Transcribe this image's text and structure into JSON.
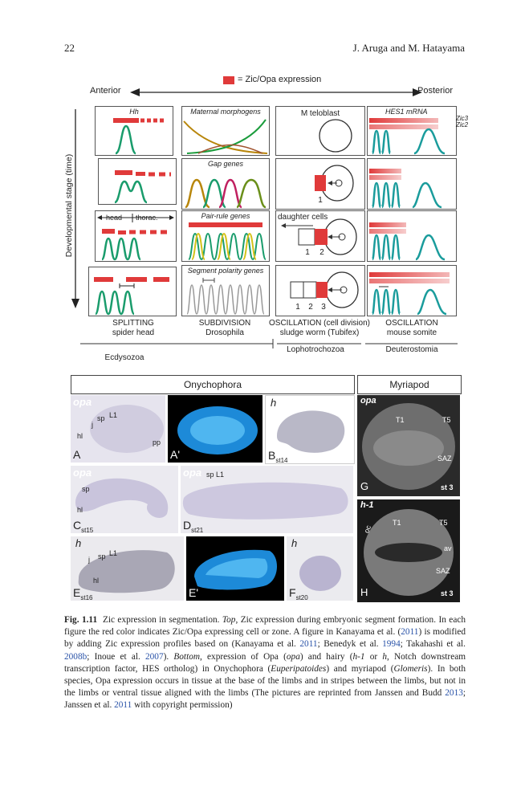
{
  "header": {
    "page_number": "22",
    "authors": "J. Aruga and M. Hatayama"
  },
  "figure": {
    "legend_text": "= Zic/Opa expression",
    "anterior": "Anterior",
    "posterior": "Posterior",
    "y_axis": "Developmental stage (time)",
    "box_titles": {
      "hh": "Hh",
      "maternal": "Maternal morphogens",
      "gap": "Gap genes",
      "pair_rule": "Pair-rule genes",
      "seg_polarity": "Segment polarity genes",
      "m_teloblast": "M teloblast",
      "hes1": "HES1 mRNA",
      "daughter": "daughter cells"
    },
    "zic3": "Zic3",
    "zic2": "Zic2",
    "head": "head",
    "thorac": "thorac.",
    "cell_numbers": {
      "c1": "1",
      "c2a": "1",
      "c2b": "2",
      "c3a": "1",
      "c3b": "2",
      "c3c": "3"
    },
    "columns": [
      {
        "mode": "SPLITTING",
        "organism": "spider head"
      },
      {
        "mode": "SUBDIVISION",
        "organism": "Drosophila"
      },
      {
        "mode": "OSCILLATION (cell division)",
        "organism": "sludge worm (Tubifex)"
      },
      {
        "mode": "OSCILLATION",
        "organism": "mouse somite"
      }
    ],
    "groups": {
      "ecdysozoa": "Ecdysozoa",
      "lophotrochozoa": "Lophotrochozoa",
      "deuterostomia": "Deuterostomia"
    },
    "bottom": {
      "onychophora": "Onychophora",
      "myriapod": "Myriapod",
      "panels": {
        "A_gene": "opa",
        "A_sp": "sp",
        "A_L1": "L1",
        "A_j": "j",
        "A_hl": "hl",
        "A_pp": "pp",
        "A_letter": "A",
        "A2_letter": "A'",
        "B_gene": "h",
        "B_letter": "B",
        "B_stage": "st14",
        "C_gene": "opa",
        "C_sp": "sp",
        "C_hl": "hl",
        "C_letter": "C",
        "C_stage": "st15",
        "D_gene": "opa",
        "D_sp": "sp L1",
        "D_letter": "D",
        "D_stage": "st21",
        "E_gene": "h",
        "E_j": "j",
        "E_sp": "sp",
        "E_L1": "L1",
        "E_hl": "hl",
        "E_letter": "E",
        "E_stage": "st16",
        "E2_letter": "E'",
        "F_gene": "h",
        "F_letter": "F",
        "F_stage": "st20",
        "G_gene": "opa",
        "G_T1": "T1",
        "G_T5": "T5",
        "G_SAZ": "SAZ",
        "G_letter": "G",
        "G_stage": "st 3",
        "H_gene": "h-1",
        "H_oc": "oc",
        "H_T1": "T1",
        "H_T5": "T5",
        "H_av": "av",
        "H_SAZ": "SAZ",
        "H_letter": "H",
        "H_stage": "st 3"
      }
    }
  },
  "caption": {
    "label": "Fig. 1.11",
    "s1": "Zic expression in segmentation. ",
    "s1i": "Top",
    "s2": ", Zic expression during embryonic segment formation. In each figure the red color indicates Zic/Opa expressing cell or zone. A figure in Kanayama et al. (",
    "c1": "2011",
    "s3": ") is modified by adding Zic expression profiles based on (Kanayama et al. ",
    "c2": "2011",
    "s4": "; Benedyk et al. ",
    "c3": "1994",
    "s5": "; Takahashi et al. ",
    "c4": "2008b",
    "s6": "; Inoue et al. ",
    "c5": "2007",
    "s7": "). ",
    "s7i": "Bottom",
    "s8": ", expression of Opa (",
    "s8i": "opa",
    "s9": ") and hairy (",
    "s9i": "h-1",
    "s10": " or ",
    "s10i": "h",
    "s11": ", Notch downstream transcription factor, HES ortholog) in Onychophora (",
    "s11i": "Euperipatoides",
    "s12": ") and myriapod (",
    "s12i": "Glomeris",
    "s13": "). In both species, Opa expression occurs in tissue at the base of the limbs and in stripes between the limbs, but not in the limbs or ventral tissue aligned with the limbs (The pictures are reprinted from Janssen and Budd ",
    "c6": "2013",
    "s14": "; Janssen et al. ",
    "c7": "2011",
    "s15": " with copyright permission)"
  }
}
